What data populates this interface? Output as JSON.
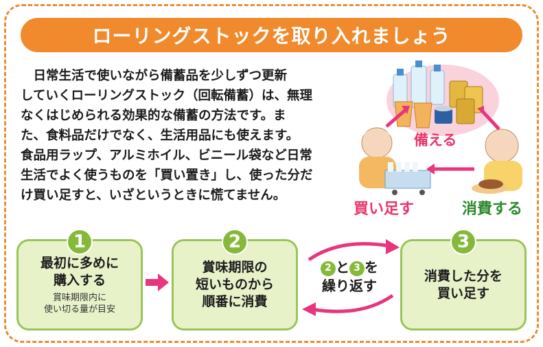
{
  "title": "ローリングストックを取り入れましょう",
  "body": "　日常生活で使いながら備蓄品を少しずつ更新\nしていくローリングストック（回転備蓄）は、無理\nなくはじめられる効果的な備蓄の方法です。ま\nた、食料品だけでなく、生活用品にも使えます。\n食品用ラップ、アルミホイル、ビニール袋など日常\n生活でよく使うものを「買い置き」し、使った分だ\nけ買い足すと、いざというときに慌てません。",
  "illustration": {
    "stock_label": "備える",
    "buy_label": "買い足す",
    "consume_label": "消費する"
  },
  "steps": [
    {
      "number": "1",
      "main": "最初に多めに\n購入する",
      "sub": "賞味期限内に\n使い切る量が目安"
    },
    {
      "number": "2",
      "main": "賞味期限の\n短いものから\n順番に消費",
      "sub": ""
    },
    {
      "number": "3",
      "main": "消費した分を\n買い足す",
      "sub": ""
    }
  ],
  "cycle": {
    "num_a": "2",
    "connector": "と",
    "num_b": "3",
    "suffix": "を",
    "line2": "繰り返す"
  },
  "colors": {
    "frame": "#f08a2c",
    "title_bg": "#f08a2c",
    "step_bg": "#e8f2c9",
    "step_border": "#9ac45a",
    "badge": "#86b93a",
    "arrow": "#e8357e",
    "stock_text": "#e8356b",
    "consume_text": "#2b8a2b"
  }
}
